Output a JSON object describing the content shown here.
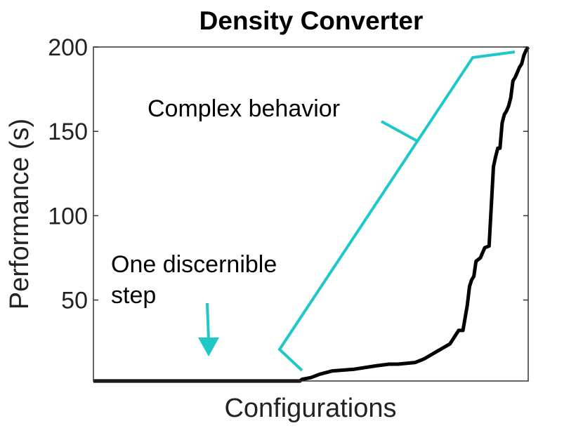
{
  "chart_data": {
    "type": "line",
    "title": "Density Converter",
    "xlabel": "Configurations",
    "ylabel": "Performance (s)",
    "x_ticks_shown": false,
    "ylim": [
      2,
      200
    ],
    "yticks": [
      50,
      100,
      150,
      200
    ],
    "grid": false,
    "line_color": "#000000",
    "annotation_color": "#1ec8c8",
    "series": [
      {
        "x": [
          0,
          0.475,
          0.48,
          0.5,
          0.52,
          0.55,
          0.6,
          0.65,
          0.68,
          0.7,
          0.74,
          0.76,
          0.78,
          0.8,
          0.82,
          0.83,
          0.84,
          0.85,
          0.86,
          0.865,
          0.87,
          0.875,
          0.88,
          0.89,
          0.9,
          0.91,
          0.92,
          0.925,
          0.93,
          0.935,
          0.94,
          0.945,
          0.95,
          0.955,
          0.96,
          0.965,
          0.97,
          0.975,
          0.98,
          0.985,
          0.99,
          0.995,
          1.0
        ],
        "y": [
          2,
          2,
          3,
          4,
          6,
          8,
          9,
          11,
          12,
          12,
          13,
          15,
          18,
          21,
          24,
          28,
          32,
          32,
          47,
          58,
          62,
          64,
          73,
          75,
          81,
          82,
          129,
          135,
          140,
          140,
          155,
          160,
          162,
          165,
          170,
          180,
          182,
          185,
          188,
          190,
          195,
          198,
          200
        ]
      }
    ],
    "annotations": [
      {
        "text": "Complex behavior"
      },
      {
        "text": "One discernible"
      },
      {
        "text": "step"
      }
    ]
  }
}
